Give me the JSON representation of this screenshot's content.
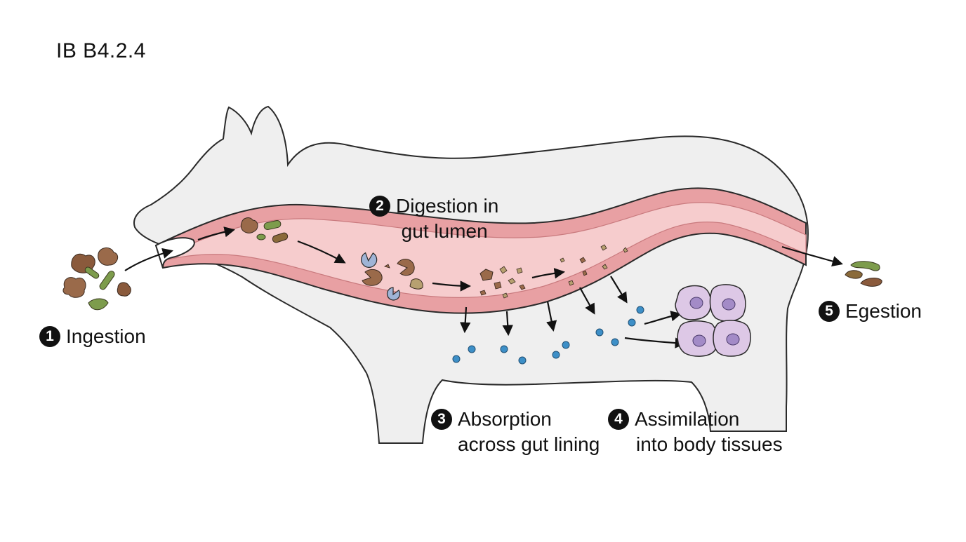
{
  "header": {
    "code": "IB B4.2.4"
  },
  "stages": [
    {
      "number": "1",
      "lines": [
        "Ingestion"
      ]
    },
    {
      "number": "2",
      "lines": [
        "Digestion in",
        "gut lumen"
      ]
    },
    {
      "number": "3",
      "lines": [
        "Absorption",
        "across gut lining"
      ]
    },
    {
      "number": "4",
      "lines": [
        "Assimilation",
        "into body tissues"
      ]
    },
    {
      "number": "5",
      "lines": [
        "Egestion"
      ]
    }
  ],
  "colors": {
    "body": "#efefef",
    "outline": "#2a2a2a",
    "gut_wall": "#e8a0a3",
    "gut_lumen": "#f6cccd",
    "food_brown": "#9a6a4a",
    "food_green": "#7d9c4c",
    "enzyme": "#9fb4d6",
    "nutrient": "#3d8fc7",
    "cell": "#ddc8e6",
    "nucleus": "#a38bc7"
  },
  "icons": [
    "food-particle-icon",
    "enzyme-icon",
    "nutrient-molecule-icon",
    "body-cell-icon",
    "arrow-icon"
  ]
}
